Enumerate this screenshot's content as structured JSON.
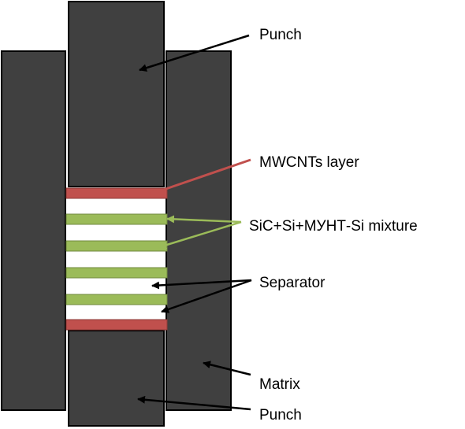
{
  "labels": {
    "punch_top": "Punch",
    "mwcnts_layer": "MWCNTs layer",
    "mixture": "SiC+Si+МУНТ-Si mixture",
    "separator": "Separator",
    "matrix": "Matrix",
    "punch_bottom": "Punch"
  },
  "colors": {
    "block": "#404040",
    "block_stroke": "#000000",
    "mwcnts_layer": "#c0504d",
    "mixture": "#9bbb59",
    "arrow_black": "#000000",
    "arrow_red": "#c0504d",
    "arrow_green": "#9bbb59"
  }
}
